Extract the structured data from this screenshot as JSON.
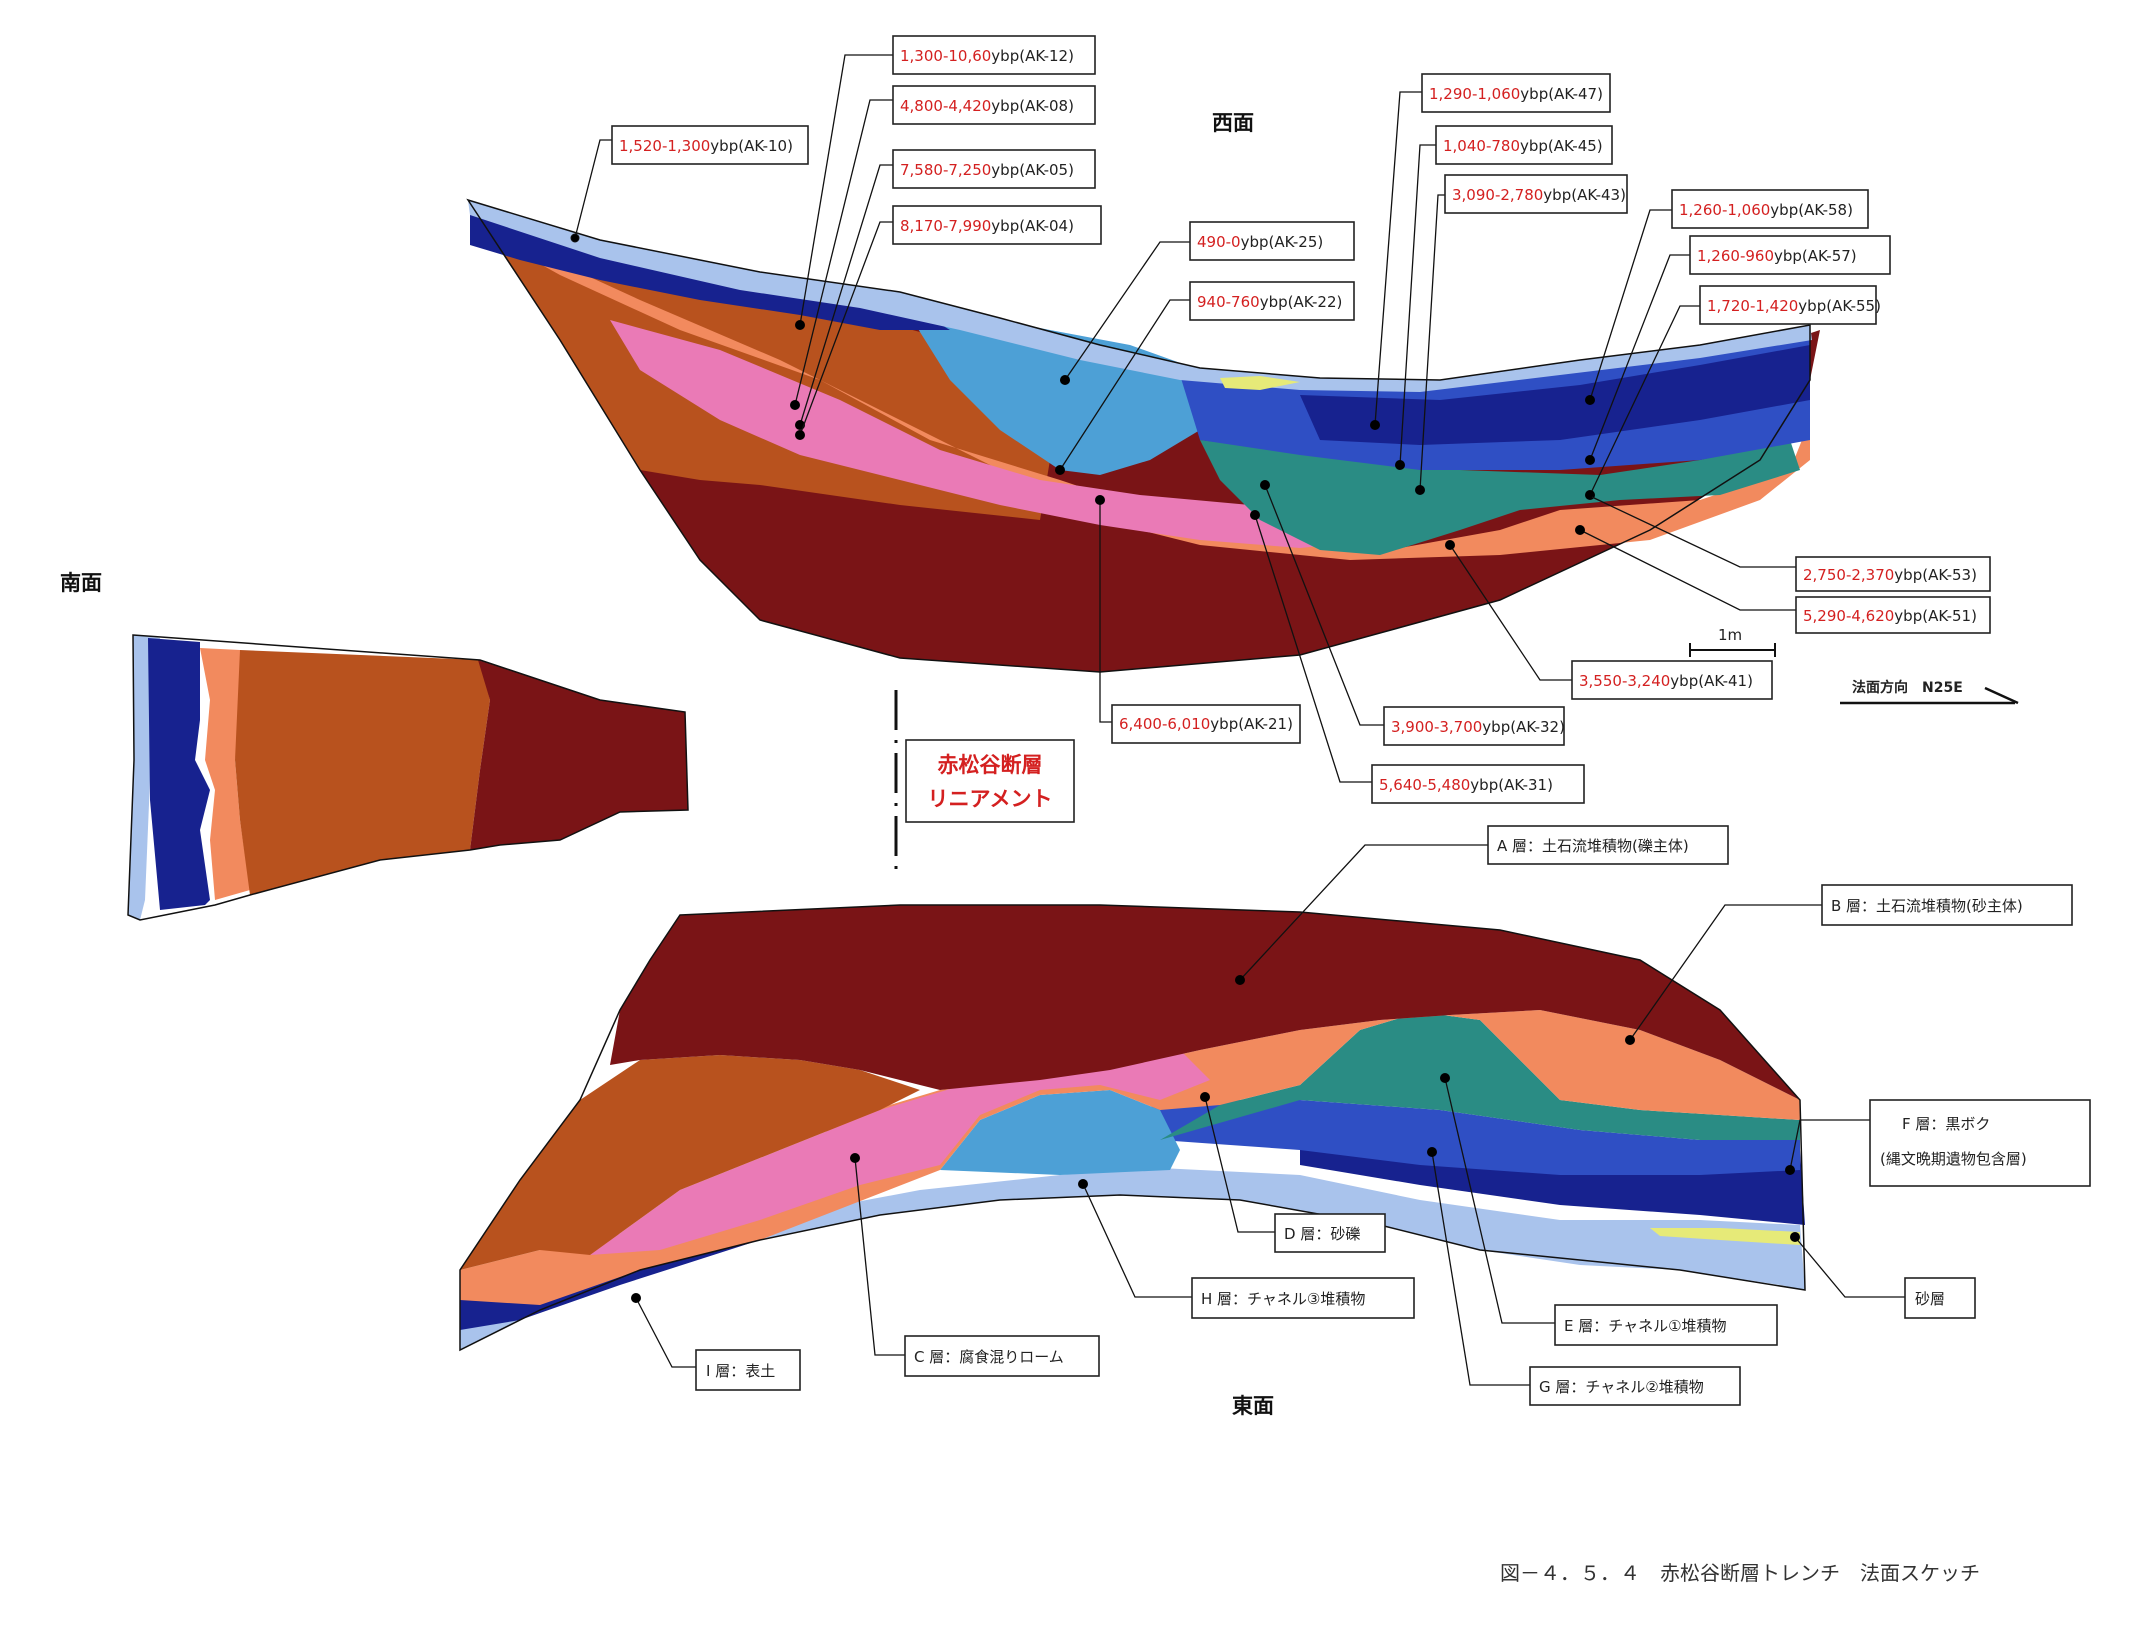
{
  "faces": {
    "west": "西面",
    "south": "南面",
    "east": "東面"
  },
  "fault_label": {
    "line1": "赤松谷断層",
    "line2": "リニアメント"
  },
  "scale_bar": "1m",
  "orientation": "法面方向　N25E",
  "caption": "図－４．５．４　赤松谷断層トレンチ　法面スケッチ",
  "dates": [
    {
      "range": "1,300-10,60",
      "unit": "ybp",
      "sample": "(AK-12)"
    },
    {
      "range": "4,800-4,420",
      "unit": "ybp",
      "sample": "(AK-08)"
    },
    {
      "range": "1,520-1,300",
      "unit": "ybp",
      "sample": "(AK-10)"
    },
    {
      "range": "7,580-7,250",
      "unit": "ybp",
      "sample": "(AK-05)"
    },
    {
      "range": "8,170-7,990",
      "unit": "ybp",
      "sample": "(AK-04)"
    },
    {
      "range": "490-0",
      "unit": "ybp",
      "sample": "(AK-25)"
    },
    {
      "range": "940-760",
      "unit": "ybp",
      "sample": "(AK-22)"
    },
    {
      "range": "1,290-1,060",
      "unit": "ybp",
      "sample": "(AK-47)"
    },
    {
      "range": "1,040-780",
      "unit": "ybp",
      "sample": "(AK-45)"
    },
    {
      "range": "3,090-2,780",
      "unit": "ybp",
      "sample": "(AK-43)"
    },
    {
      "range": "1,260-1,060",
      "unit": "ybp",
      "sample": "(AK-58)"
    },
    {
      "range": "1,260-960",
      "unit": "ybp",
      "sample": "(AK-57)"
    },
    {
      "range": "1,720-1,420",
      "unit": "ybp",
      "sample": "(AK-55)"
    },
    {
      "range": "2,750-2,370",
      "unit": "ybp",
      "sample": "(AK-53)"
    },
    {
      "range": "5,290-4,620",
      "unit": "ybp",
      "sample": "(AK-51)"
    },
    {
      "range": "3,550-3,240",
      "unit": "ybp",
      "sample": "(AK-41)"
    },
    {
      "range": "6,400-6,010",
      "unit": "ybp",
      "sample": "(AK-21)"
    },
    {
      "range": "3,900-3,700",
      "unit": "ybp",
      "sample": "(AK-32)"
    },
    {
      "range": "5,640-5,480",
      "unit": "ybp",
      "sample": "(AK-31)"
    }
  ],
  "layers": [
    {
      "text": "A 層：土石流堆積物(礫主体)"
    },
    {
      "text": "B 層：土石流堆積物(砂主体)"
    },
    {
      "text": "F 層：黒ボク",
      "sub": "(縄文晩期遺物包含層)"
    },
    {
      "text": "D 層：砂礫"
    },
    {
      "text": "H 層：チャネル③堆積物"
    },
    {
      "text": "砂層"
    },
    {
      "text": "E 層：チャネル①堆積物"
    },
    {
      "text": "G 層：チャネル②堆積物"
    },
    {
      "text": "C 層：腐食混りローム"
    },
    {
      "text": "I 層：表土"
    }
  ],
  "colors": {
    "I_topsoil": "#a9c3ec",
    "F_kuroboku": "#17228f",
    "E_channel1": "#2f4fc4",
    "H_channel3": "#4da0d6",
    "G_channel2": "#2a8c84",
    "D_gravel": "#f28a5e",
    "C_loam": "#ea7ab6",
    "B_debris_sand": "#b8521e",
    "A_debris_gravel": "#7a1416",
    "sand": "#e6ea78",
    "date_text": "#d42020"
  }
}
